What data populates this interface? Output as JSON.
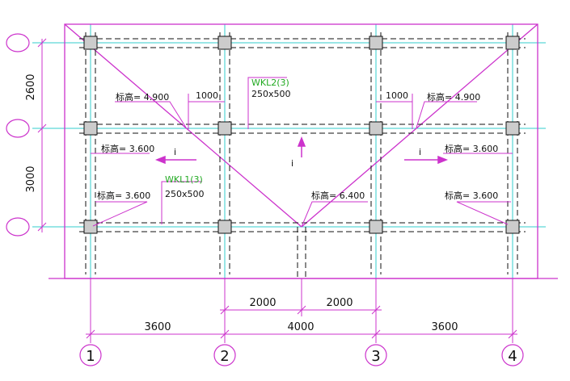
{
  "colors": {
    "frame": "#cc33cc",
    "grid": "#33cccc",
    "beam": "#111111",
    "column_fill": "#cccccc",
    "beam_name": "#22aa22",
    "text": "#111111"
  },
  "axes": {
    "numbers": [
      "1",
      "2",
      "3",
      "4"
    ],
    "row_circles": [
      "",
      "",
      ""
    ]
  },
  "dimensions": {
    "bay_1": "3600",
    "bay_2": "4000",
    "bay_3": "3600",
    "half_left": "2000",
    "half_right": "2000",
    "row_top": "2600",
    "row_bottom": "3000",
    "offset_left": "1000",
    "offset_right": "1000"
  },
  "elevations": {
    "top_left": "标高= 4.900",
    "top_right": "标高= 4.900",
    "mid_left": "标高= 3.600",
    "mid_right": "标高= 3.600",
    "low_left": "标高= 3.600",
    "low_right": "标高= 3.600",
    "ridge": "标高= 6.400"
  },
  "beams": {
    "wkl2_name": "WKL2(3)",
    "wkl2_size": "250x500",
    "wkl1_name": "WKL1(3)",
    "wkl1_size": "250x500"
  },
  "slope_marks": {
    "left": "i",
    "center": "i",
    "right": "i"
  }
}
